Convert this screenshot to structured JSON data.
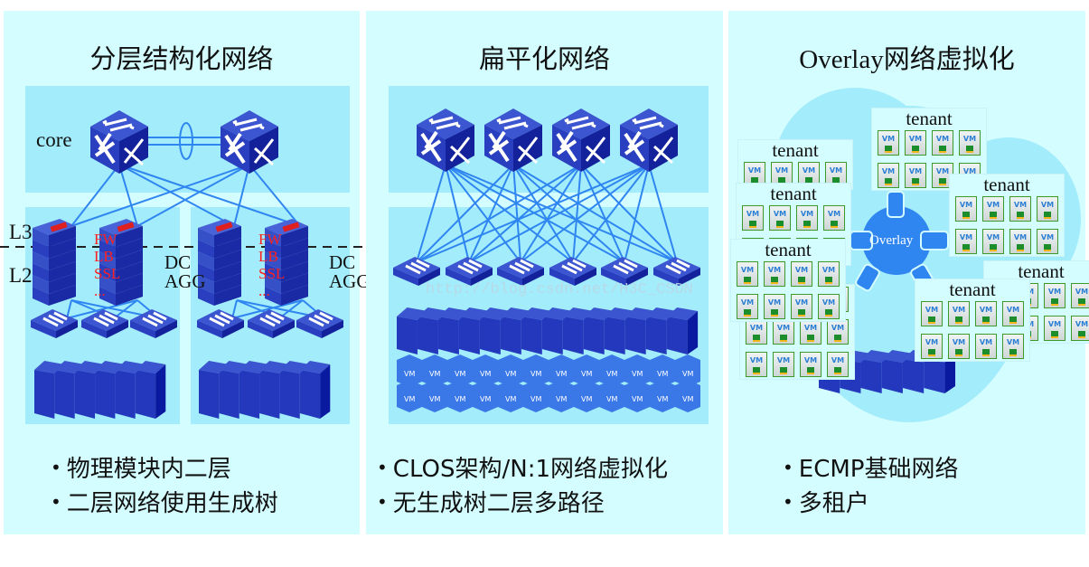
{
  "panels": [
    {
      "title": "分层结构化网络",
      "labels": {
        "core": "core",
        "l3": "L3",
        "l2": "L2",
        "dc_agg_line1": "DC",
        "dc_agg_line2": "AGG"
      },
      "services": [
        "FW",
        "LB",
        "SSL",
        "..."
      ],
      "bullets": [
        "物理模块内二层",
        "二层网络使用生成树"
      ]
    },
    {
      "title": "扁平化网络",
      "watermark": "http://blog.csdn.net/H3C_CSDN",
      "vm_label": "VM",
      "bullets": [
        "CLOS架构/N:1网络虚拟化",
        "无生成树二层多路径"
      ]
    },
    {
      "title": "Overlay网络虚拟化",
      "overlay_label": "Overlay",
      "tenant_label": "tenant",
      "vm_label": "VM",
      "bullets": [
        "ECMP基础网络",
        "多租户"
      ]
    }
  ],
  "icons": {
    "bullet": "•",
    "core_switch": "core-switch-icon",
    "access_switch": "access-switch-icon",
    "server_rack": "server-rack-icon",
    "secblade_chassis": "secblade-chassis-icon",
    "cloud": "cloud-icon"
  },
  "colors": {
    "panel_bg": "#d4fdff",
    "band_bg": "#a3ecfb",
    "device_blue": "#2a3fbf",
    "link_blue": "#2f86f0",
    "service_red": "#ff2020",
    "overlay_blue": "#2f86f0",
    "vm_border": "#3a9a2a"
  }
}
